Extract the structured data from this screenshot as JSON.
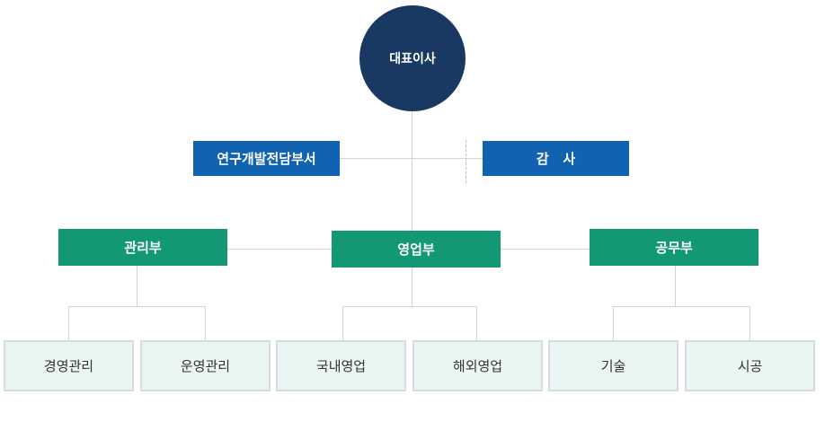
{
  "org": {
    "ceo": "대표이사",
    "rnd": "연구개발전담부서",
    "audit": "감   사",
    "departments": [
      {
        "label": "관리부",
        "teams": [
          "경영관리",
          "운영관리"
        ]
      },
      {
        "label": "영업부",
        "teams": [
          "국내영업",
          "해외영업"
        ]
      },
      {
        "label": "공무부",
        "teams": [
          "기술",
          "시공"
        ]
      }
    ]
  },
  "colors": {
    "ceo": "#193862",
    "staff": "#1162b0",
    "department": "#139876",
    "team_bg": "#e9f6f4",
    "team_border": "#d4dcdf",
    "connector": "#cfd4d8"
  }
}
